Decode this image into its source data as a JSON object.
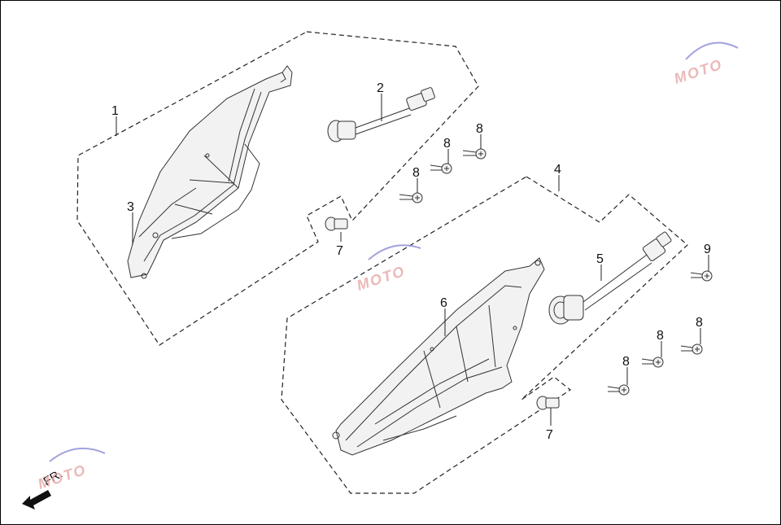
{
  "diagram": {
    "callouts": {
      "c1": "1",
      "c2": "2",
      "c3": "3",
      "c4": "4",
      "c5": "5",
      "c6": "6",
      "c7a": "7",
      "c7b": "7",
      "c8a": "8",
      "c8b": "8",
      "c8c": "8",
      "c8d": "8",
      "c8e": "8",
      "c8f": "8",
      "c9": "9"
    },
    "direction_label": "FR.",
    "watermark_text": "MOTO"
  },
  "colors": {
    "line": "#333333",
    "watermark_pink": "#e7a7a7",
    "watermark_blue": "#8a8ad6"
  }
}
